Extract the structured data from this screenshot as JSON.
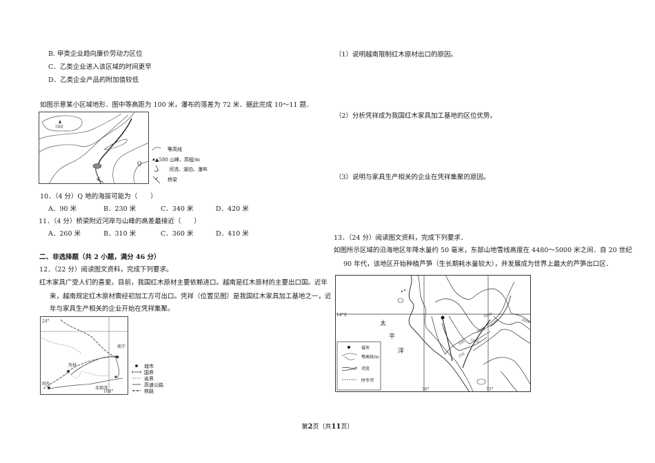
{
  "left_column": {
    "options_prev": [
      "B. 甲类企业趋向廉价劳动力区位",
      "C．乙类企业进入该区域的时间更早",
      "D．乙类企业产品的附加值较低"
    ],
    "intro_10_11": "如图示意某小区域地形．图中等高距为 100 米，瀑布的落差为 72 米．据此完成 10～11 题．",
    "map1": {
      "peak_label": "580",
      "q_label": "Q",
      "legend": [
        {
          "icon": "contour-line-icon",
          "label": "等高线"
        },
        {
          "icon": "peak-triangle-icon",
          "symbol": "▲580",
          "label": "山峰、高程/m"
        },
        {
          "icon": "river-lake-waterfall-icon",
          "label": "河流、湖泊、瀑布"
        },
        {
          "icon": "bridge-icon",
          "label": "桥梁"
        }
      ]
    },
    "q10": {
      "stem": "10．（4 分）Q 地的海拔可能为（　　）",
      "options": [
        "A．90 米",
        "B．230 米",
        "C．340 米",
        "D．420 米"
      ]
    },
    "q11": {
      "stem": "11．（4 分）桥梁附近河岸与山峰的高差最接近（　　）",
      "options": [
        "A．260 米",
        "B．310 米",
        "C．360 米",
        "D．410 米"
      ]
    },
    "section2_title": "二、非选择题（共 2 小题，满分 46 分）",
    "q12": {
      "stem": "12．（22 分）阅读图文资料，完成下列要求。",
      "passage": [
        "红木家具广受人们的喜爱。目前，我国红木原材主要依赖进口。越南是红木原材的主要出口国。近年",
        "来，越南规定红木原材需经初加工方可出口。凭祥（位置见图）是我国红木家具加工基地之一，近",
        "年与家具生产相关的企业开始在凭祥集聚。"
      ],
      "map2": {
        "lat_label": "24°",
        "lon_label": "108°",
        "places": [
          "南宁",
          "凭祥",
          "河内",
          "北部湾"
        ],
        "legend": [
          {
            "icon": "city-dot-icon",
            "label": "城市"
          },
          {
            "icon": "national-border-icon",
            "label": "国界"
          },
          {
            "icon": "province-border-icon",
            "label": "省界"
          },
          {
            "icon": "highway-icon",
            "label": "高速公路"
          },
          {
            "icon": "railway-icon",
            "label": "铁路"
          }
        ]
      }
    }
  },
  "right_column": {
    "q12_sub": [
      "（1）说明越南限制红木原材出口的原因。",
      "（2）分析凭祥成为我国红木家具加工基地的区位优势。",
      "（3）说明与家具生产相关的企业在凭祥集聚的原因。"
    ],
    "q13": {
      "stem": "13．（24 分）阅读图文资料，完成下列要求．",
      "passage": [
        "如图所示区域的沿海地区年降水量约 50 毫米，东部山地雪线高度在 4480～5000 米之间．自 20 世纪",
        "90 年代，该地区开始种植芦笋（生长期耗水量较大），并发展成为世界上最大的芦笋出口区．"
      ],
      "map3": {
        "lat_label": "14°S",
        "lon_labels": [
          "76°",
          "75°"
        ],
        "ocean_label": [
          "太",
          "平",
          "洋"
        ],
        "contours": [
          "3000",
          "3000",
          "2000",
          "1000",
          "500",
          "250"
        ],
        "legend": [
          {
            "icon": "city-dot-icon",
            "label": "城市"
          },
          {
            "icon": "contour-line-icon",
            "label": "等高线/m"
          },
          {
            "icon": "river-icon",
            "label": "河流"
          },
          {
            "icon": "seasonal-river-icon",
            "label": "时令河"
          }
        ]
      }
    }
  },
  "footer": {
    "prefix": "第",
    "page": "2",
    "mid": "页（共",
    "total": "11",
    "suffix": "页）"
  }
}
